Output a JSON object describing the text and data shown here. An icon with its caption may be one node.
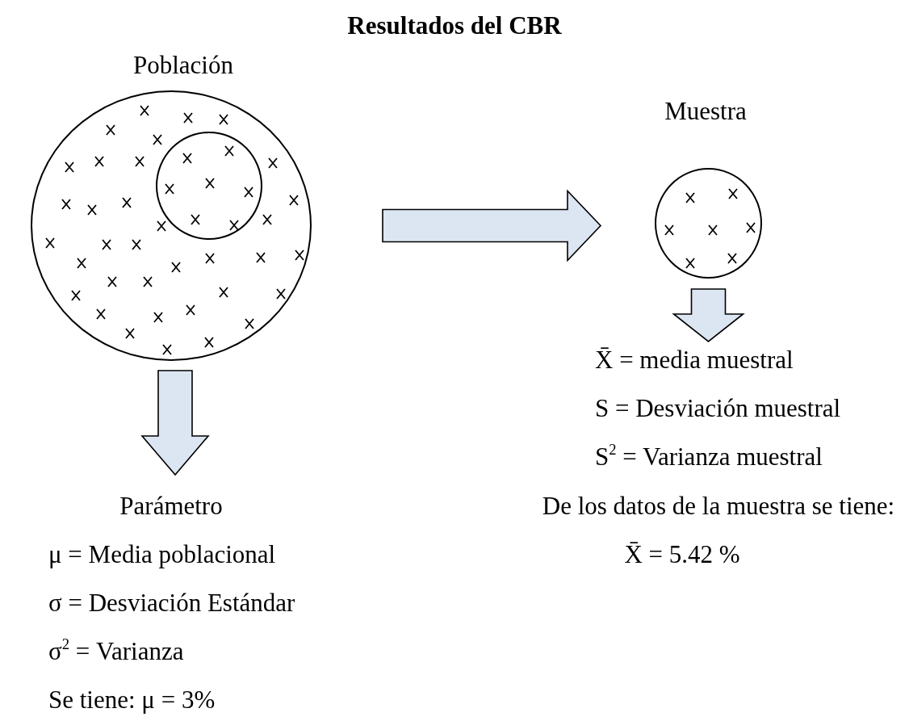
{
  "diagram": {
    "title": "Resultados del CBR",
    "nodes": [
      {
        "text": [
          "Población"
        ]
      },
      {
        "text": [],
        "shape": "circle",
        "in": 0
      },
      {
        "text": [
          "Muestra"
        ]
      },
      {
        "text": [
          "Parámetro"
        ]
      },
      {
        "text": [
          "X̄ = media muestral"
        ]
      }
    ],
    "edges": [
      {
        "from": 0,
        "to": 2,
        "arrow": "to",
        "style": "thick"
      },
      {
        "from": 0,
        "to": 3,
        "arrow": "to",
        "style": "thick"
      },
      {
        "from": 2,
        "to": 4,
        "arrow": "to",
        "style": "thick"
      }
    ],
    "labels": [
      "S = Desviación muestral",
      "S$^{2}$ = Varianza muestral",
      "De los datos de la muestra se tiene:",
      "X̄ = 5.42 %",
      "μ = Media poblacional",
      "σ = Desviación Estándar",
      "σ$^{2}$ = Varianza",
      "Se tiene: μ = 3%"
    ]
  }
}
